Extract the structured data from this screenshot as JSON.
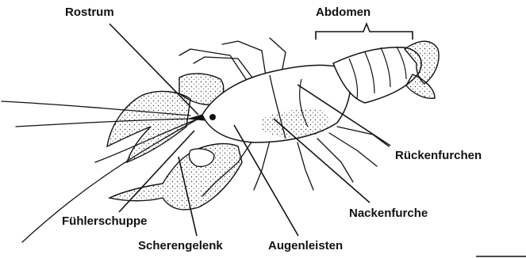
{
  "labels": {
    "rostrum": "Rostrum",
    "abdomen": "Abdomen",
    "rueckenfurchen": "Rückenfurchen",
    "nackenfurche": "Nackenfurche",
    "fuehlerschuppe": "Fühlerschuppe",
    "scherengelenk": "Scherengelenk",
    "augenleisten": "Augenleisten"
  },
  "colors": {
    "ink": "#111111",
    "paper": "#ffffff"
  }
}
